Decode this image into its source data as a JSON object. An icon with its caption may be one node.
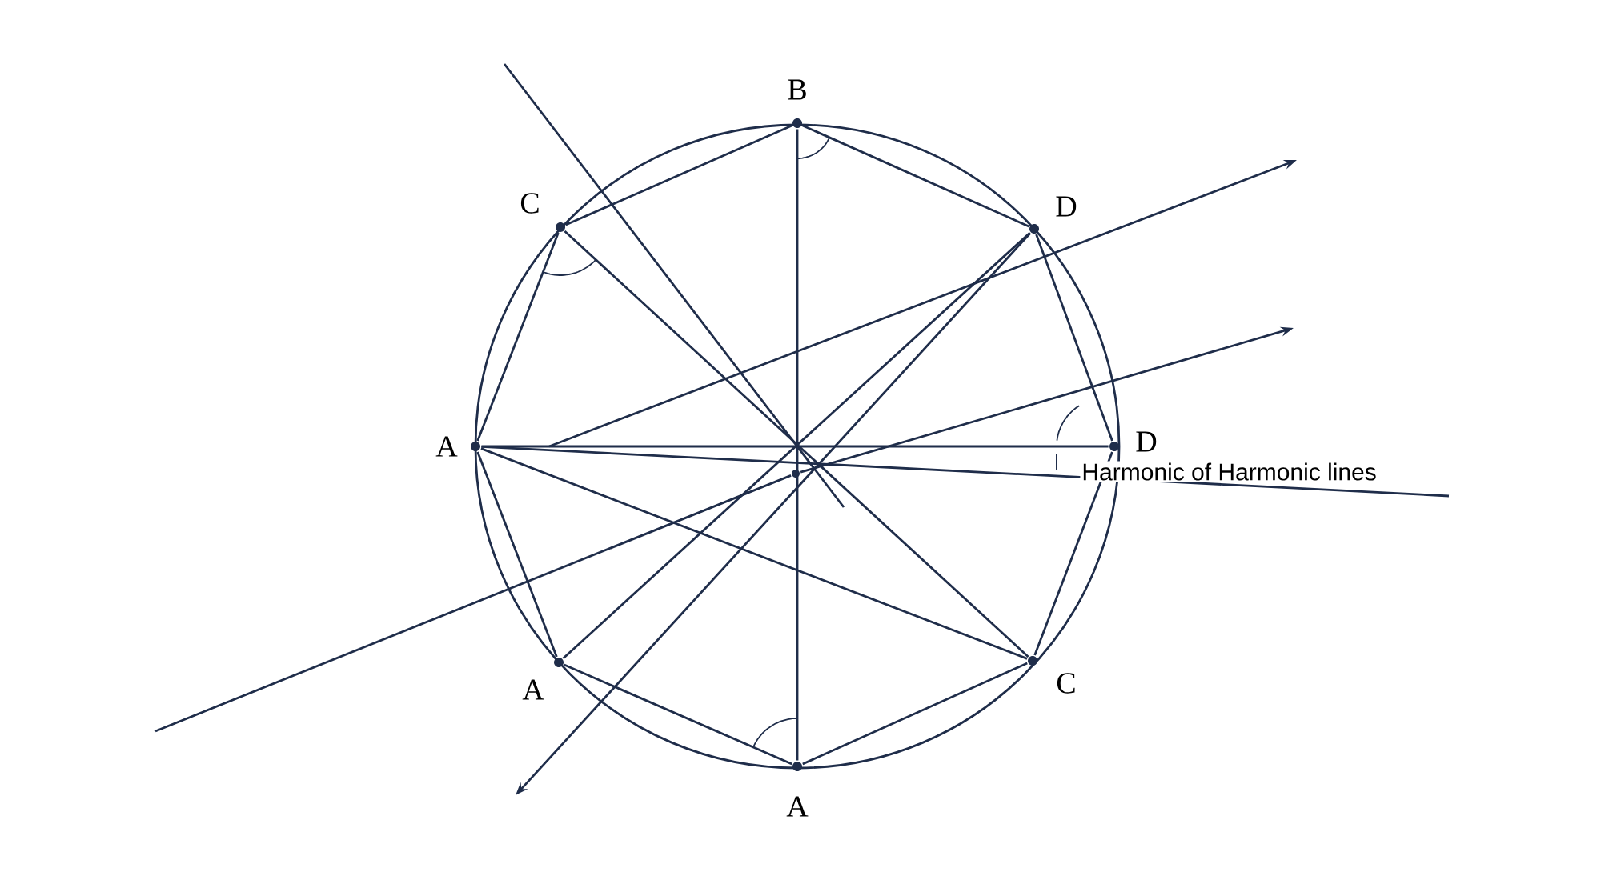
{
  "diagram": {
    "nodes": [
      {
        "text": [
          "B"
        ]
      },
      {
        "text": [
          "C"
        ]
      },
      {
        "text": [
          "D"
        ]
      },
      {
        "text": [
          "A"
        ]
      },
      {
        "text": [
          "D"
        ]
      },
      {
        "text": [],
        "shape": "circle"
      },
      {
        "text": [
          "A"
        ]
      },
      {
        "text": [
          "C"
        ]
      },
      {
        "text": [
          "A"
        ]
      }
    ],
    "edges": [
      {
        "from": 0,
        "to": 2,
        "arrow": "none"
      },
      {
        "from": 2,
        "to": 4,
        "arrow": "none"
      },
      {
        "from": 4,
        "to": 7,
        "arrow": "none"
      },
      {
        "from": 7,
        "to": 8,
        "arrow": "none"
      },
      {
        "from": 8,
        "to": 6,
        "arrow": "none"
      },
      {
        "from": 6,
        "to": 3,
        "arrow": "none"
      },
      {
        "from": 3,
        "to": 1,
        "arrow": "none"
      },
      {
        "from": 1,
        "to": 0,
        "arrow": "none"
      },
      {
        "from": 0,
        "to": 8,
        "arrow": "none"
      },
      {
        "from": 3,
        "to": 4,
        "arrow": "none"
      },
      {
        "from": 1,
        "to": 7,
        "arrow": "none"
      },
      {
        "from": 3,
        "to": 7,
        "arrow": "none"
      },
      {
        "from": 2,
        "to": 6,
        "arrow": "none"
      },
      {
        "from": 3,
        "to": null,
        "arrow": "none"
      },
      {
        "from": 2,
        "to": null,
        "arrow": "to"
      },
      {
        "from": null,
        "to": 5,
        "arrow": "none"
      },
      {
        "from": 5,
        "to": null,
        "arrow": "to"
      }
    ],
    "labels": [
      "Harmonic of Harmonic lines"
    ]
  }
}
